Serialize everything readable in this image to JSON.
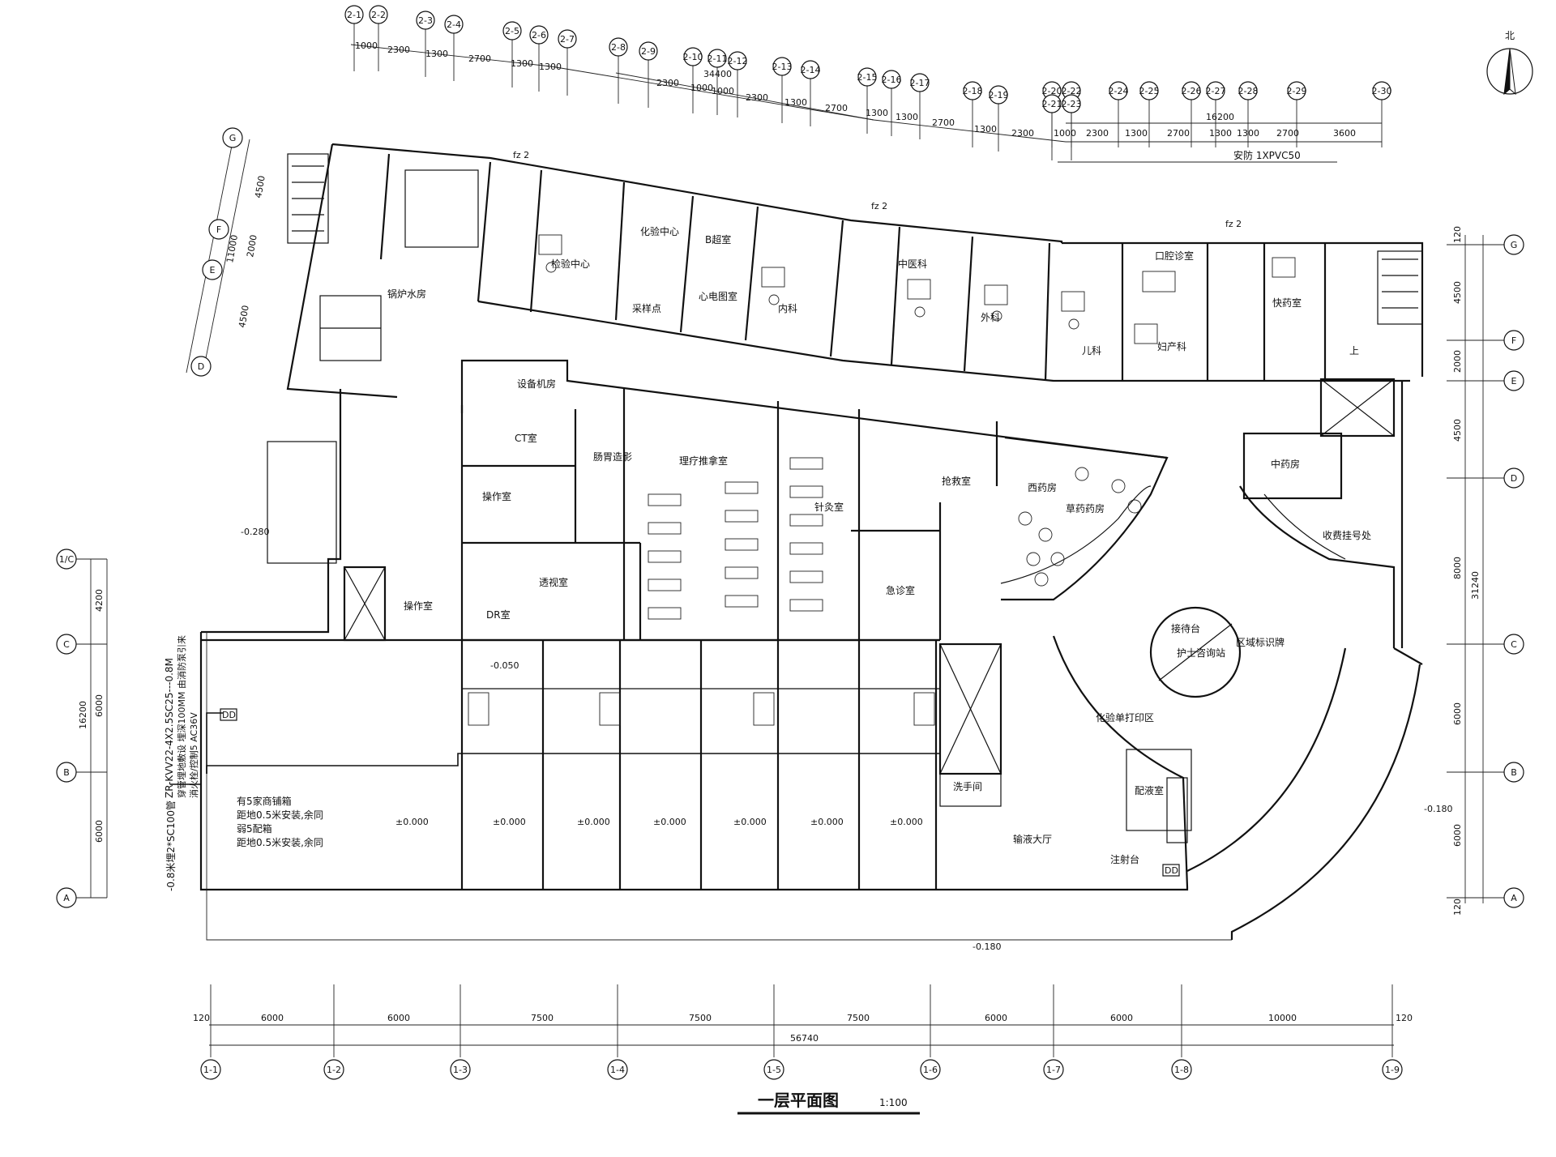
{
  "north_label": "北",
  "title": "一层平面图",
  "scale": "1:100",
  "top_axes": [
    "2-1",
    "2-2",
    "2-3",
    "2-4",
    "2-5",
    "2-6",
    "2-7",
    "2-8",
    "2-9",
    "2-10",
    "2-11",
    "2-12",
    "2-13",
    "2-14",
    "2-15",
    "2-16",
    "2-17",
    "2-18",
    "2-19",
    "2-20",
    "2-21",
    "2-22",
    "2-23",
    "2-24",
    "2-25",
    "2-26",
    "2-27",
    "2-28",
    "2-29",
    "2-30"
  ],
  "top_dims_row1": [
    "1000",
    "2300",
    "1300",
    "2700",
    "1300",
    "1300"
  ],
  "top_dims_row2": [
    "2300",
    "1000",
    "1000",
    "2300",
    "1300",
    "2700",
    "1300",
    "1300",
    "2700",
    "1300",
    "2300"
  ],
  "top_total": "34400",
  "top_right_total": "16200",
  "top_right_dims": [
    "1000",
    "2300",
    "1300",
    "2700",
    "1300",
    "1300",
    "2700",
    "3600"
  ],
  "security_note": "安防 1XPVC50",
  "bottom_axes": [
    "1-1",
    "1-2",
    "1-3",
    "1-4",
    "1-5",
    "1-6",
    "1-7",
    "1-8",
    "1-9"
  ],
  "bottom_dims": [
    "6000",
    "6000",
    "7500",
    "7500",
    "7500",
    "6000",
    "6000",
    "10000"
  ],
  "bottom_edge": "120",
  "bottom_total": "56740",
  "left_axes": [
    "1/C",
    "C",
    "B",
    "A"
  ],
  "left_dims": [
    "4200",
    "6000",
    "6000"
  ],
  "left_total": "16200",
  "left_upper_axes": [
    "G",
    "F",
    "E",
    "D"
  ],
  "left_upper_dims": [
    "4500",
    "2000",
    "4500"
  ],
  "left_upper_total": "11000",
  "right_axes": [
    "G",
    "F",
    "E",
    "D",
    "C",
    "B",
    "A"
  ],
  "right_dims": [
    "4500",
    "2000",
    "4500",
    "8000",
    "6000",
    "6000"
  ],
  "right_edge": "120",
  "right_total": "31240",
  "rooms": {
    "lab_center": "检验中心",
    "chem_center": "化验中心",
    "blood_collect": "采样点",
    "ecg": "心电图室",
    "xray": "B超室",
    "internal": "内科",
    "tcm": "中医科",
    "surgery": "外科",
    "dental": "口腔诊室",
    "pediatrics": "儿科",
    "gyn": "妇产科",
    "quick_pharmacy": "快药室",
    "boiler": "锅炉水房",
    "equipment": "设备机房",
    "ct": "CT室",
    "operate1": "操作室",
    "intestine": "肠胃造影",
    "physio": "理疗推拿室",
    "acupuncture": "针灸室",
    "rescue": "抢救室",
    "west_pharmacy": "西药房",
    "herbal": "草药药房",
    "chinese_pharmacy": "中药房",
    "registration": "收费挂号处",
    "fluoroscopy": "透视室",
    "operate2": "操作室",
    "dr": "DR室",
    "emergency": "急诊室",
    "nurse_station": "护士咨询站",
    "reception": "接待台",
    "sign_wall": "区域标识牌",
    "print": "化验单打印区",
    "wash": "洗手间",
    "infusion": "输液大厅",
    "dispense": "配液室",
    "injection": "注射台"
  },
  "levels": {
    "l1": "-0.280",
    "l2": "-0.050",
    "l3": "-0.180",
    "l4": "-0.180",
    "floor": "±0.000"
  },
  "notes": {
    "n1": "有5家商铺箱",
    "n2": "距地0.5米安装,余同",
    "n3": "弱5配箱",
    "n4": "距地0.5米安装,余同"
  },
  "cable_notes": {
    "c1": "ZR-KVV22-4X2.5SC25---0.8M",
    "c2": "穿管埋地敷设 埋深100MM 由消防泵引来",
    "c3": "消火栓/控制5 AC36V",
    "c4": "-0.8米埋2*SC100管"
  },
  "labels": {
    "up": "上",
    "fire_sym": "fz 2",
    "db": "DD"
  }
}
